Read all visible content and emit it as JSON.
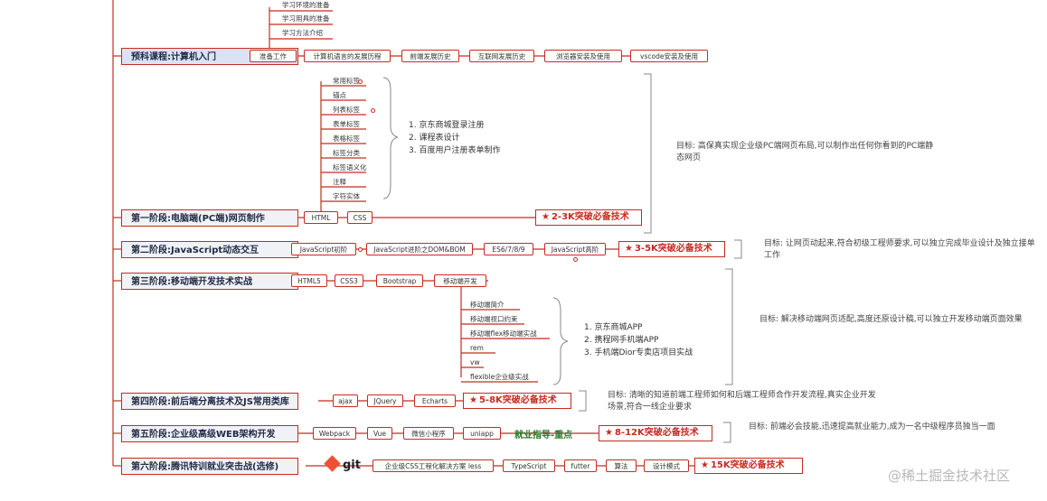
{
  "stages": [
    {
      "label": "预科课程:计算机入门",
      "selected": true
    },
    {
      "label": "第一阶段:电脑端(PC端)网页制作"
    },
    {
      "label": "第二阶段:JavaScript动态交互"
    },
    {
      "label": "第三阶段:移动端开发技术实战"
    },
    {
      "label": "第四阶段:前后端分离技术及JS常用类库"
    },
    {
      "label": "第五阶段:企业级高级WEB架构开发"
    },
    {
      "label": "第六阶段:腾讯特训就业突击战(选修)"
    }
  ],
  "prep": {
    "top_leaves": [
      "学习环境的准备",
      "学习用具的准备",
      "学习方法介绍"
    ],
    "nodes": [
      "准备工作",
      "计算机语言的发展历程",
      "前端发展历史",
      "互联网发展历史",
      "浏览器安装及使用",
      "vscode安装及使用"
    ]
  },
  "stage1": {
    "leaves": [
      "常用标签",
      "锚点",
      "列表标签",
      "表单标签",
      "表格标签",
      "标签分类",
      "标签语义化",
      "注释",
      "字符实体"
    ],
    "projects": [
      "1. 京东商城登录注册",
      "2. 课程表设计",
      "3. 百度用户注册表单制作"
    ],
    "nodes": [
      "HTML",
      "CSS"
    ],
    "badge": "2-3K突破必备技术",
    "goal": "目标: 高保真实现企业级PC端网页布局,可以制作出任何你看到的PC端静态网页"
  },
  "stage2": {
    "nodes": [
      "JavaScript初阶",
      "JavaScript进阶之DOM&BOM",
      "ES6/7/8/9",
      "JavaScript高阶"
    ],
    "badge": "3-5K突破必备技术",
    "goal": "目标: 让网页动起来,符合初级工程师要求,可以独立完成毕业设计及独立接单工作"
  },
  "stage3": {
    "nodes": [
      "HTML5",
      "CSS3",
      "Bootstrap",
      "移动端开发"
    ],
    "leaves": [
      "移动端简介",
      "移动端视口约束",
      "移动端flex移动端实战",
      "rem",
      "vw",
      "flexible企业级实战"
    ],
    "projects": [
      "1. 京东商城APP",
      "2. 携程网手机端APP",
      "3. 手机端Dior专卖店项目实战"
    ],
    "goal": "目标: 解决移动端网页适配,高度还原设计稿,可以独立开发移动端页面效果"
  },
  "stage4": {
    "nodes": [
      "ajax",
      "JQuery",
      "Echarts"
    ],
    "badge": "5-8K突破必备技术",
    "goal": "目标: 清晰的知道前端工程师如何和后端工程师合作开发流程,真实企业开发场景,符合一线企业要求"
  },
  "stage5": {
    "nodes": [
      "Webpack",
      "Vue",
      "微信小程序",
      "uniapp"
    ],
    "plain": "就业指导-重点",
    "badge": "8-12K突破必备技术",
    "goal": "目标: 前端必会技能,迅速提高就业能力,成为一名中级程序员独当一面"
  },
  "stage6": {
    "git": "git",
    "nodes": [
      "企业级CSS工程化解决方案 less",
      "TypeScript",
      "futter",
      "算法",
      "设计模式"
    ],
    "badge": "15K突破必备技术"
  },
  "watermark": "@稀土掘金技术社区",
  "colors": {
    "accent": "#c72b20",
    "stage_bg": "#f0f2f6",
    "green": "#2c7a2c"
  }
}
